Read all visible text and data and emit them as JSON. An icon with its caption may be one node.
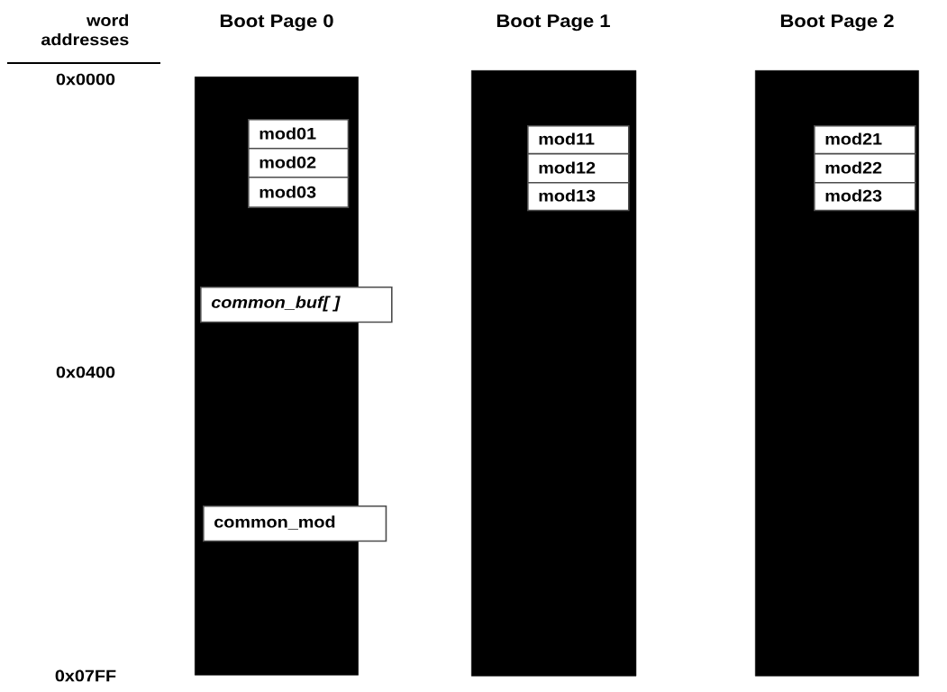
{
  "diagram": {
    "nodes": [
      {
        "text": [
          "Boot Page 0"
        ]
      },
      {
        "text": [
          "mod01"
        ],
        "in": 0
      },
      {
        "text": [
          "mod02"
        ],
        "in": 0
      },
      {
        "text": [
          "mod03"
        ],
        "in": 0
      },
      {
        "text": [
          "common_buf[ ]"
        ]
      },
      {
        "text": [
          "common_mod"
        ]
      },
      {
        "text": [
          "Boot Page 1"
        ]
      },
      {
        "text": [
          "mod11"
        ],
        "in": 6
      },
      {
        "text": [
          "mod12"
        ],
        "in": 6
      },
      {
        "text": [
          "mod13"
        ],
        "in": 6
      },
      {
        "text": [
          "Boot Page 2"
        ]
      },
      {
        "text": [
          "mod21"
        ],
        "in": 10
      },
      {
        "text": [
          "mod22"
        ],
        "in": 10
      },
      {
        "text": [
          "mod23"
        ],
        "in": 10
      }
    ],
    "edges": [],
    "labels": [
      "word addresses",
      "0x0000",
      "0x0400",
      "0x07FF"
    ]
  }
}
